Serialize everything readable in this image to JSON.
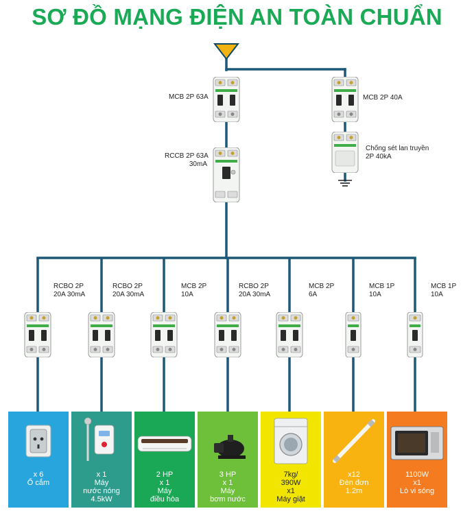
{
  "title": "SƠ ĐỒ MẠNG ĐIỆN AN TOÀN CHUẨN",
  "colors": {
    "title": "#1aaa55",
    "wire": "#1c5877",
    "triangle": "#f2b212"
  },
  "main": {
    "mcb": [
      "MCB 2P 63A"
    ],
    "rccb": [
      "RCCB 2P 63A",
      "30mA"
    ]
  },
  "surge_branch": {
    "mcb": [
      "MCB 2P 40A"
    ],
    "spd": [
      "Chống sét lan truyền",
      "2P 40kA"
    ]
  },
  "circuits": [
    {
      "breaker": [
        "RCBO 2P",
        "20A 30mA"
      ],
      "load": [
        "x 6",
        "Ổ cắm"
      ],
      "color": "#29a5de",
      "icon": "socket-icon"
    },
    {
      "breaker": [
        "RCBO 2P",
        "20A 30mA"
      ],
      "load": [
        "x 1",
        "Máy",
        "nước nóng",
        "4.5kW"
      ],
      "color": "#2d9c8c",
      "icon": "water-heater-icon"
    },
    {
      "breaker": [
        "MCB 2P",
        "10A"
      ],
      "load": [
        "2 HP",
        "x 1",
        "Máy",
        "điều hòa"
      ],
      "color": "#1aa857",
      "icon": "air-conditioner-icon"
    },
    {
      "breaker": [
        "RCBO 2P",
        "20A 30mA"
      ],
      "load": [
        "3 HP",
        "x 1",
        "Máy",
        "bơm nước"
      ],
      "color": "#6ec03a",
      "icon": "water-pump-icon"
    },
    {
      "breaker": [
        "MCB 2P",
        "6A"
      ],
      "load": [
        "7kg/",
        "390W",
        "x1",
        "Máy giặt"
      ],
      "color": "#f2e600",
      "icon": "washing-machine-icon"
    },
    {
      "breaker": [
        "MCB 1P",
        "10A"
      ],
      "load": [
        "x12",
        "Đèn đơn",
        "1.2m"
      ],
      "color": "#f8b311",
      "icon": "fluorescent-lamp-icon"
    },
    {
      "breaker": [
        "MCB 1P",
        "10A"
      ],
      "load": [
        "1100W",
        "x1",
        "Lò vi sóng"
      ],
      "color": "#f47b20",
      "icon": "microwave-icon"
    }
  ]
}
